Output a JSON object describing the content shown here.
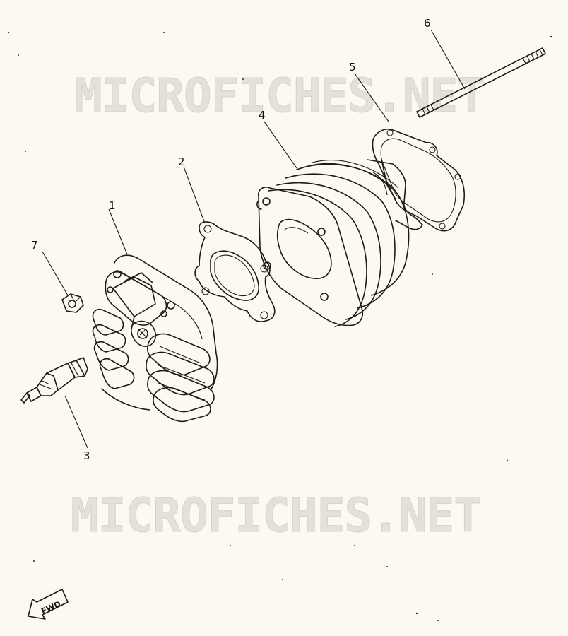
{
  "watermarks": [
    "MICROFICHES.NET",
    "MICROFICHES.NET"
  ],
  "callouts": {
    "c1": "1",
    "c2": "2",
    "c3": "3",
    "c4": "4",
    "c5": "5",
    "c6": "6",
    "c7": "7"
  },
  "fwd_label": "FWD"
}
